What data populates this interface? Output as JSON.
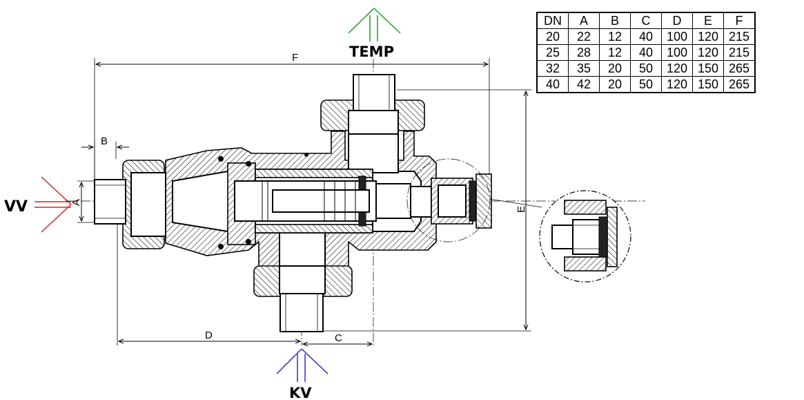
{
  "labels": {
    "temp": "TEMP",
    "vv": "VV",
    "kv": "KV",
    "dim_a": "A",
    "dim_b": "B",
    "dim_c": "C",
    "dim_d": "D",
    "dim_e": "E",
    "dim_f": "F"
  },
  "colors": {
    "temp_arrow": "#1aa01a",
    "vv_arrow": "#d42020",
    "kv_arrow": "#2a2ad0"
  },
  "table": {
    "headers": [
      "DN",
      "A",
      "B",
      "C",
      "D",
      "E",
      "F"
    ],
    "rows": [
      [
        "20",
        "22",
        "12",
        "40",
        "100",
        "120",
        "215"
      ],
      [
        "25",
        "28",
        "12",
        "40",
        "100",
        "120",
        "215"
      ],
      [
        "32",
        "35",
        "20",
        "50",
        "120",
        "150",
        "265"
      ],
      [
        "40",
        "42",
        "20",
        "50",
        "120",
        "150",
        "265"
      ]
    ]
  }
}
